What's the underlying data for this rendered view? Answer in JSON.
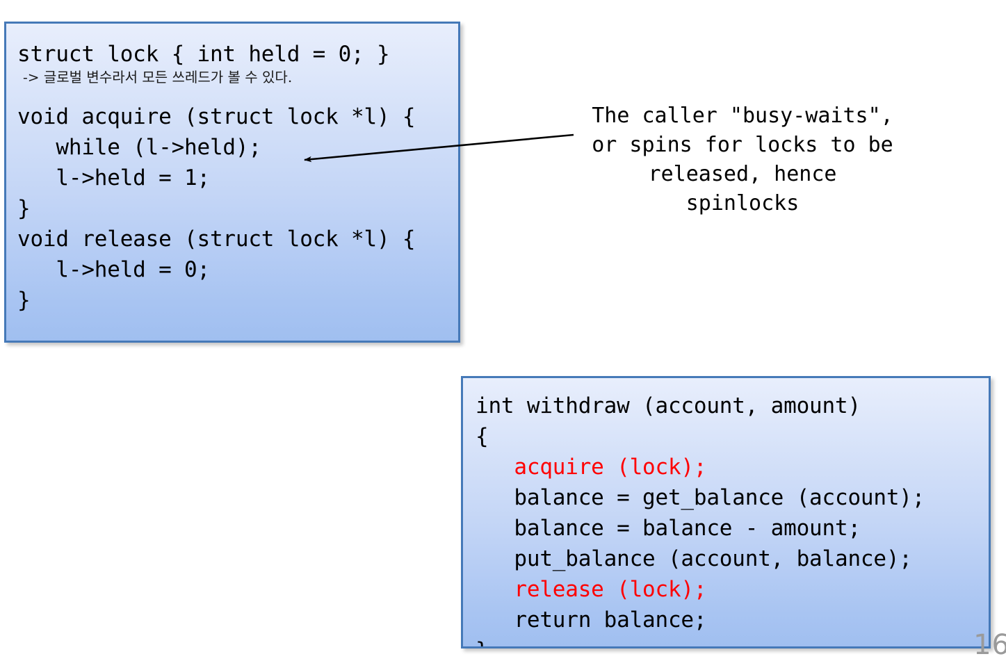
{
  "slide": {
    "page_number": "16"
  },
  "lock_api_box": {
    "lines": [
      {
        "text": "struct lock { int held = 0; }",
        "color": "#000000",
        "kind": "code"
      },
      {
        "text": "-> 글로벌 변수라서 모든 쓰레드가 볼 수 있다.",
        "color": "#1a1a1a",
        "kind": "note"
      },
      {
        "text": "",
        "color": "#000000",
        "kind": "blank"
      },
      {
        "text": "void acquire (struct lock *l) {",
        "color": "#000000",
        "kind": "code"
      },
      {
        "text": "   while (l->held);",
        "color": "#000000",
        "kind": "code"
      },
      {
        "text": "   l->held = 1;",
        "color": "#000000",
        "kind": "code"
      },
      {
        "text": "}",
        "color": "#000000",
        "kind": "code"
      },
      {
        "text": "void release (struct lock *l) {",
        "color": "#000000",
        "kind": "code"
      },
      {
        "text": "   l->held = 0;",
        "color": "#000000",
        "kind": "code"
      },
      {
        "text": "}",
        "color": "#000000",
        "kind": "code"
      }
    ]
  },
  "withdraw_box": {
    "lines": [
      {
        "text": "int withdraw (account, amount)",
        "color": "#000000",
        "kind": "code"
      },
      {
        "text": "{",
        "color": "#000000",
        "kind": "code"
      },
      {
        "text": "   acquire (lock);",
        "color": "#ff0000",
        "kind": "code"
      },
      {
        "text": "   balance = get_balance (account);",
        "color": "#000000",
        "kind": "code"
      },
      {
        "text": "   balance = balance - amount;",
        "color": "#000000",
        "kind": "code"
      },
      {
        "text": "   put_balance (account, balance);",
        "color": "#000000",
        "kind": "code"
      },
      {
        "text": "   release (lock);",
        "color": "#ff0000",
        "kind": "code"
      },
      {
        "text": "   return balance;",
        "color": "#000000",
        "kind": "code"
      },
      {
        "text": "}",
        "color": "#000000",
        "kind": "code"
      }
    ]
  },
  "callout": {
    "text": "The caller \"busy-waits\",\nor spins for locks to be\nreleased, hence\nspinlocks",
    "arrow_direction": "left"
  },
  "colors": {
    "box_border": "#4579b8",
    "box_fill_top": "#e8eefc",
    "box_fill_bottom": "#a0bff0",
    "code_text": "#000000",
    "highlight_text": "#ff0000",
    "page_number_text": "#9a9a9a"
  }
}
